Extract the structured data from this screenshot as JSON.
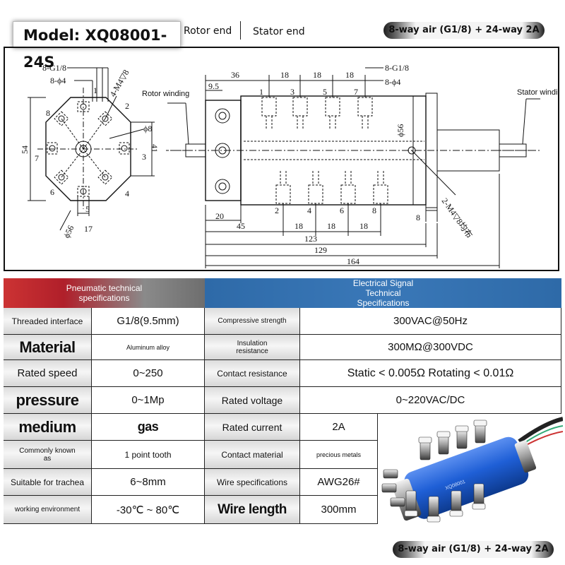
{
  "header": {
    "model": "Model: XQ08001-24S",
    "rotor_end": "Rotor end",
    "stator_end": "Stator end",
    "badge": "8-way air (G1/8) + 24-way 2A"
  },
  "drawing": {
    "left_view": {
      "thread": "8-G1/8",
      "port": "8-ϕ4",
      "screw": "4-M4▽8",
      "hole": "ϕ8",
      "height_54": "54",
      "height_41": "41",
      "diameter": "ϕ56",
      "width_17": "17",
      "port_numbers": [
        "1",
        "2",
        "3",
        "4",
        "5",
        "6",
        "7",
        "8"
      ]
    },
    "side_view": {
      "rotor_winding": "Rotor winding",
      "stator_winding": "Stator windi",
      "offset": "9.5",
      "top_dims": [
        "36",
        "18",
        "18",
        "18"
      ],
      "thread": "8-G1/8",
      "port": "8-ϕ4",
      "diameter": "ϕ56",
      "screw_note": "2-M4▽8均布",
      "dim_8": "8",
      "dim_20": "20",
      "bottom_dims": [
        "45",
        "18",
        "18",
        "18"
      ],
      "lengths": [
        "123",
        "129",
        "164"
      ],
      "top_ports": [
        "1",
        "3",
        "5",
        "7"
      ],
      "bottom_ports": [
        "2",
        "4",
        "6",
        "8"
      ]
    }
  },
  "table": {
    "headers": {
      "pneumatic": "Pneumatic technical specifications",
      "electrical": "Electrical Signal Technical Specifications"
    },
    "left_rows": [
      {
        "label": "Threaded interface",
        "value": "G1/8(9.5mm)"
      },
      {
        "label": "Material",
        "value": "Aluminum alloy"
      },
      {
        "label": "Rated speed",
        "value": "0~250"
      },
      {
        "label": "pressure",
        "value": "0~1Mp"
      },
      {
        "label": "medium",
        "value": "gas"
      },
      {
        "label": "Commonly known as",
        "value": "1 point tooth"
      },
      {
        "label": "Suitable for trachea",
        "value": "6~8mm"
      },
      {
        "label": "working environment",
        "value": "-30℃ ~ 80℃"
      }
    ],
    "right_rows": [
      {
        "label": "Compressive strength",
        "value": "300VAC@50Hz"
      },
      {
        "label": "Insulation resistance",
        "value": "300MΩ@300VDC"
      },
      {
        "label": "Contact resistance",
        "value": "Static < 0.005Ω Rotating < 0.01Ω"
      },
      {
        "label": "Rated voltage",
        "value": "0~220VAC/DC"
      },
      {
        "label": "Rated current",
        "value": "2A"
      },
      {
        "label": "Contact material",
        "value": "precious metals"
      },
      {
        "label": "Wire specifications",
        "value": "AWG26#"
      },
      {
        "label": "Wire length",
        "value": "300mm"
      }
    ]
  },
  "colors": {
    "pneumatic_header": "#b01f2a",
    "electrical_header": "#3a78b8",
    "product_body": "#1f5fd6"
  }
}
